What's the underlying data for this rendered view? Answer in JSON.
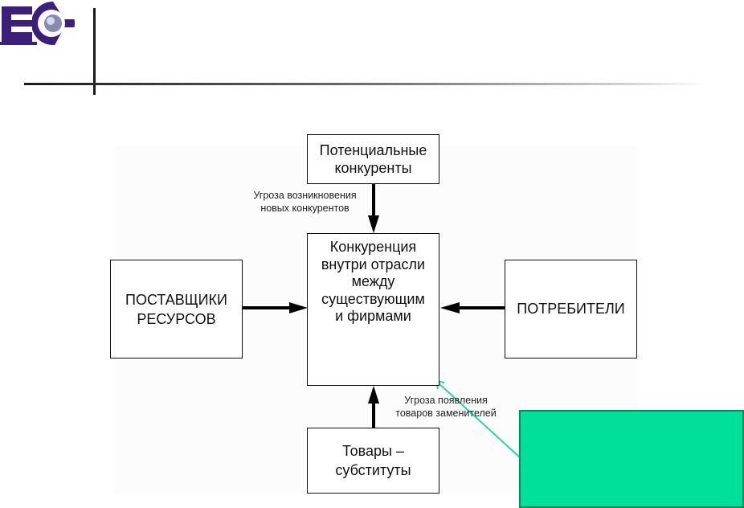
{
  "logo": {
    "text": "EC"
  },
  "diagram": {
    "nodes": {
      "potential_competitors": "Потенциальные\nконкуренты",
      "rivalry": "Конкуренция\nвнутри отрасли\nмежду\nсуществующим\nи фирмами",
      "suppliers": "ПОСТАВЩИКИ\nРЕСУРСОВ",
      "buyers": "ПОТРЕБИТЕЛИ",
      "substitutes": "Товары –\nсубституты"
    },
    "edges": {
      "entry_threat": "Угроза возникновения\nновых конкурентов",
      "substitute_threat": "Угроза появления\nтоваров заменителей"
    }
  },
  "callout": {
    "color": "#00e09a",
    "text": ""
  }
}
